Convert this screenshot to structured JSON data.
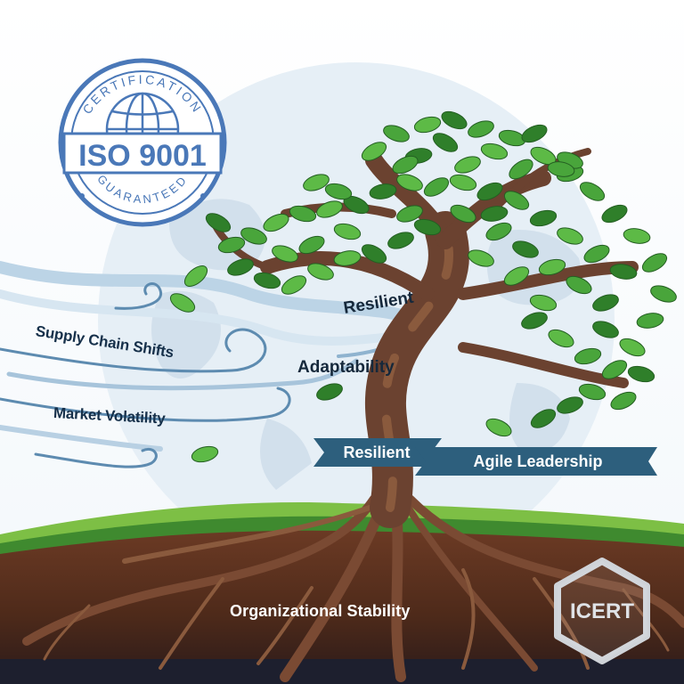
{
  "seal": {
    "top_text": "CERTIFICATION",
    "center_text": "ISO 9001",
    "bottom_text": "GUARANTEED"
  },
  "labels": {
    "supply_chain": "Supply Chain Shifts",
    "market": "Market Volatility",
    "resilient_branch": "Resilient",
    "adaptability": "Adaptability",
    "resilient_banner": "Resilient",
    "agile_leadership": "Agile Leadership",
    "stability": "Organizational Stability"
  },
  "logo": {
    "text": "ICERT"
  },
  "colors": {
    "seal": "#4a78b8",
    "banner": "#2d5f7d",
    "soil": "#5a3220",
    "grass": "#5aa23a",
    "leaf": "#3f9a33",
    "trunk": "#6b4230",
    "text_dark": "#16304a"
  }
}
